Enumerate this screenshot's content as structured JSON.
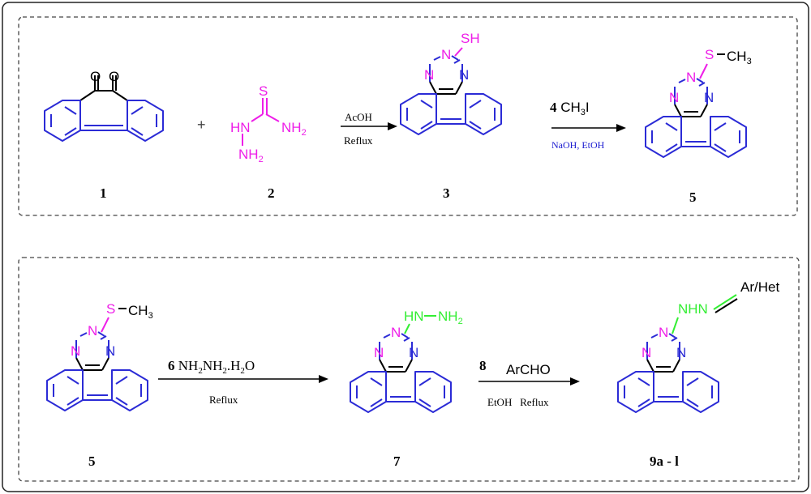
{
  "colors": {
    "ring": "#2b2bd6",
    "heteroatom": "#ee1ee8",
    "hydrazino": "#33ee33",
    "bond": "#000000",
    "frame": "#222222",
    "reagent_blue": "#1a1ad0"
  },
  "compounds": {
    "c1": {
      "number": "1",
      "o1": "O",
      "o2": "O"
    },
    "c2": {
      "number": "2",
      "s": "S",
      "nh2_top": "NH",
      "nh2_top_sub": "2",
      "hn": "HN",
      "nh2_bottom": "NH",
      "nh2_bottom_sub": "2"
    },
    "c3": {
      "number": "3",
      "sh": "SH",
      "n": "N"
    },
    "c5a": {
      "number": "5",
      "s": "S",
      "ch3": "CH",
      "ch3_sub": "3",
      "n": "N"
    },
    "c5b": {
      "number": "5",
      "s": "S",
      "ch3": "CH",
      "ch3_sub": "3",
      "n": "N"
    },
    "c7": {
      "number": "7",
      "hydrazino_a": "HN",
      "hydrazino_b": "NH",
      "hydrazino_sub": "2",
      "n": "N"
    },
    "c9": {
      "number": "9a - l",
      "nhn": "NHN",
      "arhet": "Ar/Het",
      "n": "N"
    }
  },
  "plus": "+",
  "arrows": {
    "a1": {
      "above": "AcOH",
      "below": "Reflux"
    },
    "a2": {
      "reagent_num": "4",
      "reagent_a": "CH",
      "reagent_sub": "3",
      "reagent_b": "I",
      "below": "NaOH, EtOH"
    },
    "a3": {
      "reagent_num": "6",
      "reagent_a": "NH",
      "sub1": "2",
      "reagent_b": "NH",
      "sub2": "2",
      "reagent_c": ".H",
      "sub3": "2",
      "reagent_d": "O",
      "below": "Reflux"
    },
    "a4": {
      "reagent_num": "8",
      "above": "ArCHO",
      "below": "EtOH   Reflux"
    }
  }
}
